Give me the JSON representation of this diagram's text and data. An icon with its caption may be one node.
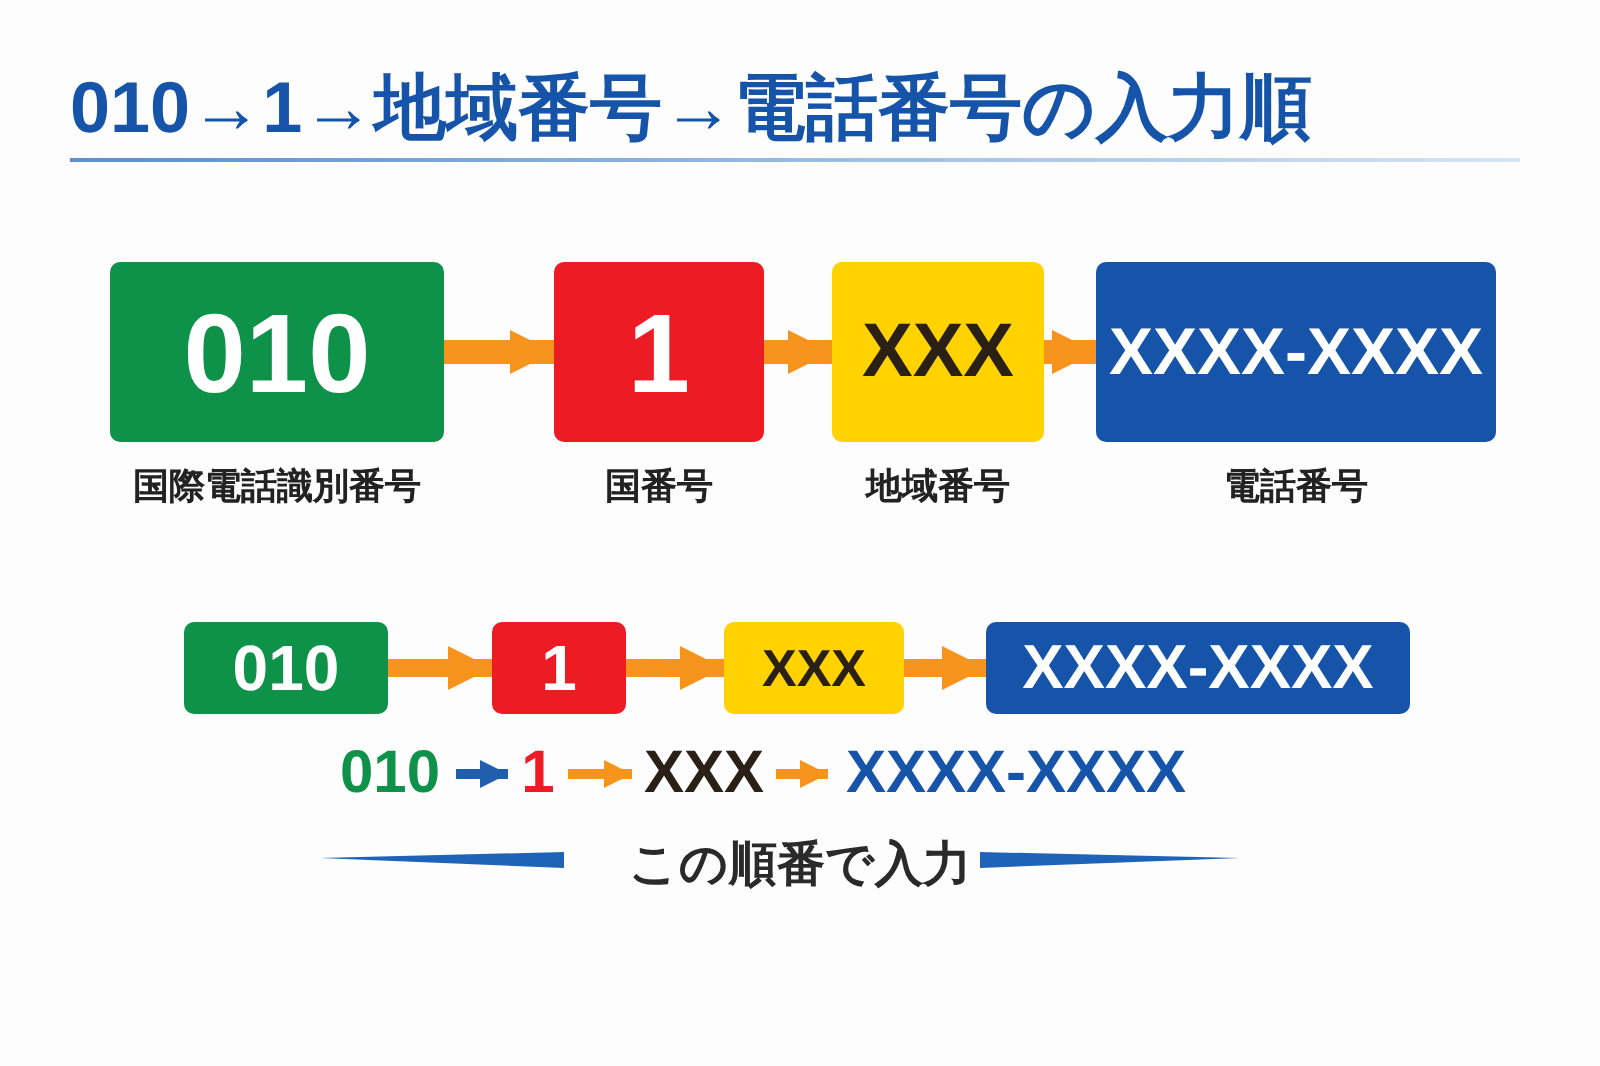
{
  "diagram": {
    "title": "010→1→地域番号→電話番号の入力順",
    "nodes": [
      {
        "text": [
          "010"
        ],
        "beside": [
          "国際電話識別番号"
        ]
      },
      {
        "text": [
          "1"
        ],
        "beside": [
          "国番号"
        ]
      },
      {
        "text": [
          "XXX"
        ],
        "beside": [
          "地域番号"
        ]
      },
      {
        "text": [
          "XXXX-XXXX"
        ],
        "beside": [
          "電話番号"
        ]
      },
      {
        "text": [
          "010"
        ]
      },
      {
        "text": [
          "1"
        ]
      },
      {
        "text": [
          "XXX"
        ]
      },
      {
        "text": [
          "XXXX-XXXX"
        ]
      },
      {
        "text": [
          "010"
        ]
      },
      {
        "text": [
          "1"
        ]
      },
      {
        "text": [
          "XXX"
        ]
      },
      {
        "text": [
          "XXXX-XXXX"
        ]
      }
    ],
    "edges": [
      {
        "from": 0,
        "to": 1,
        "arrow": "to"
      },
      {
        "from": 1,
        "to": 2,
        "arrow": "to"
      },
      {
        "from": 2,
        "to": 3,
        "arrow": "to"
      },
      {
        "from": 4,
        "to": 5,
        "arrow": "to"
      },
      {
        "from": 5,
        "to": 6,
        "arrow": "to"
      },
      {
        "from": 6,
        "to": 7,
        "arrow": "to"
      },
      {
        "from": 8,
        "to": 9,
        "arrow": "to",
        "color": "#1f5fad"
      },
      {
        "from": 9,
        "to": 10,
        "arrow": "to"
      },
      {
        "from": 10,
        "to": 11,
        "arrow": "to"
      }
    ],
    "labels": [
      "この順番で入力"
    ]
  }
}
